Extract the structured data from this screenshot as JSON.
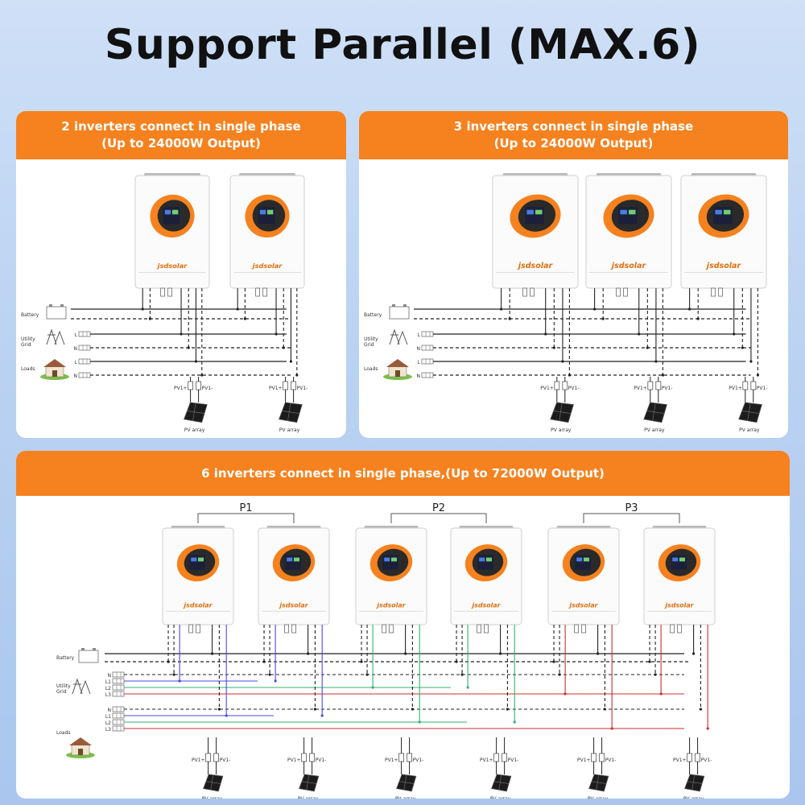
{
  "title": "Support Parallel (MAX.6)",
  "brand": "jsdsolar",
  "accent_color": "#f5821f",
  "panels": [
    {
      "id": "two-inverters",
      "header_line1": "2 inverters connect in single phase",
      "header_line2": "(Up to 24000W Output)",
      "inverter_count": 2
    },
    {
      "id": "three-inverters",
      "header_line1": "3 inverters connect in single phase",
      "header_line2": "(Up to 24000W Output)",
      "inverter_count": 3
    },
    {
      "id": "six-inverters",
      "header_line1": "6 inverters connect in single phase,(Up to 72000W Output)",
      "inverter_count": 6,
      "groups": [
        "P1",
        "P2",
        "P3"
      ]
    }
  ],
  "labels": {
    "battery": "Battery",
    "utility_grid_1": "Utility",
    "utility_grid_2": "Grid",
    "loads": "Loads",
    "pv_plus": "PV1+",
    "pv_minus": "PV1-",
    "pv_array": "PV array",
    "l": "L",
    "n": "N",
    "l1": "L1",
    "l2": "L2",
    "l3": "L3"
  },
  "wire_colors": {
    "line": "#222222",
    "blue": "#4a4ae0",
    "green": "#33b070",
    "red": "#c83030"
  }
}
